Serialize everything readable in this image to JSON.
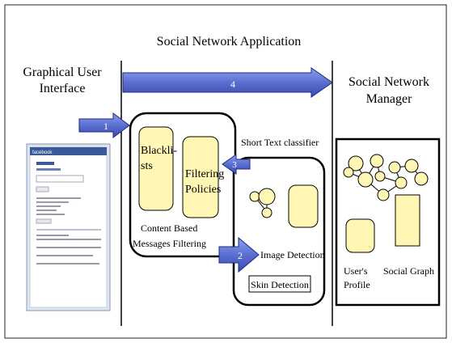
{
  "title": "Social Network Application",
  "gui": {
    "label_line1": "Graphical User",
    "label_line2": "Interface",
    "screenshot": {
      "site": "facebook",
      "lines": [
        "———",
        "———"
      ]
    }
  },
  "manager": {
    "label_line1": "Social Network",
    "label_line2": "Manager",
    "profile_line1": "User's",
    "profile_line2": "Profile",
    "graph_label": "Social Graph"
  },
  "filtering": {
    "blacklists_line1": "Blackli-",
    "blacklists_line2": "sts",
    "policies_line1": "Filtering",
    "policies_line2": "Policies",
    "caption_line1": "Content Based",
    "caption_line2": "Messages Filtering"
  },
  "classifier": {
    "label": "Short Text classifier",
    "image_detection": "Image Detection",
    "skin_detection": "Skin Detection"
  },
  "arrows": {
    "a1": "1",
    "a2": "2",
    "a3": "3",
    "a4": "4"
  },
  "colors": {
    "arrow_fill": "#5b6fd0",
    "arrow_stroke": "#1f2a7a",
    "node_fill": "#fff7b3",
    "box_stroke": "#000000"
  }
}
